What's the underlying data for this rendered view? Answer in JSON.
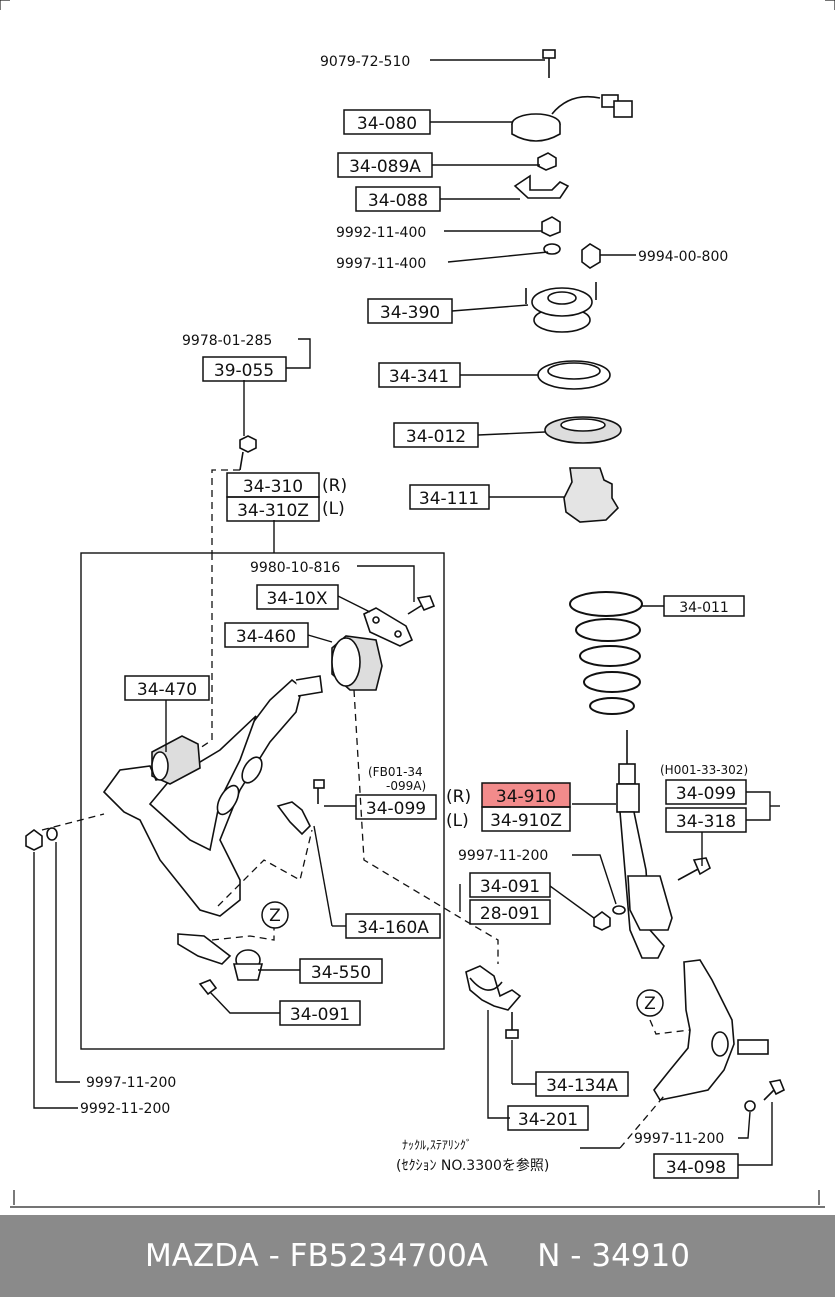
{
  "diagram": {
    "screws": {
      "a": "9079-72-510",
      "b": "9992-11-400",
      "c": "9997-11-400",
      "d": "9994-00-800",
      "e": "9978-01-285",
      "f": "9980-10-816",
      "g": "9997-11-200",
      "h": "9997-11-200",
      "i": "9992-11-200",
      "j": "9997-11-200"
    },
    "parts": {
      "p34080": "34-080",
      "p34089a": "34-089A",
      "p34088": "34-088",
      "p34390": "34-390",
      "p39055": "39-055",
      "p34341": "34-341",
      "p34012": "34-012",
      "p34111": "34-111",
      "p34310": "34-310",
      "p34310z": "34-310Z",
      "p3410x": "34-10X",
      "p34460": "34-460",
      "p34011": "34-011",
      "p34470": "34-470",
      "p34099a": "34-099",
      "p34910": "34-910",
      "p34910z": "34-910Z",
      "p34099b": "34-099",
      "p34318": "34-318",
      "p34091a": "34-091",
      "p28091": "28-091",
      "p34160a": "34-160A",
      "p34550": "34-550",
      "p34091b": "34-091",
      "p34134a": "34-134A",
      "p34201": "34-201",
      "p34098": "34-098"
    },
    "side": {
      "r": "(R)",
      "l": "(L)"
    },
    "notes": {
      "fb01a": "(FB01-34",
      "fb01b": "-099A)",
      "h001": "(H001-33-302)",
      "ref1": "ﾅｯｸﾙ,ｽﾃｱﾘﾝｸﾞ",
      "ref2": "(ｾｸｼｮﾝ NO.3300を参照)"
    },
    "callout": "Z",
    "highlight_color": "#f28b8b"
  },
  "footer": {
    "text": "MAZDA - FB5234700A     N - 34910"
  }
}
